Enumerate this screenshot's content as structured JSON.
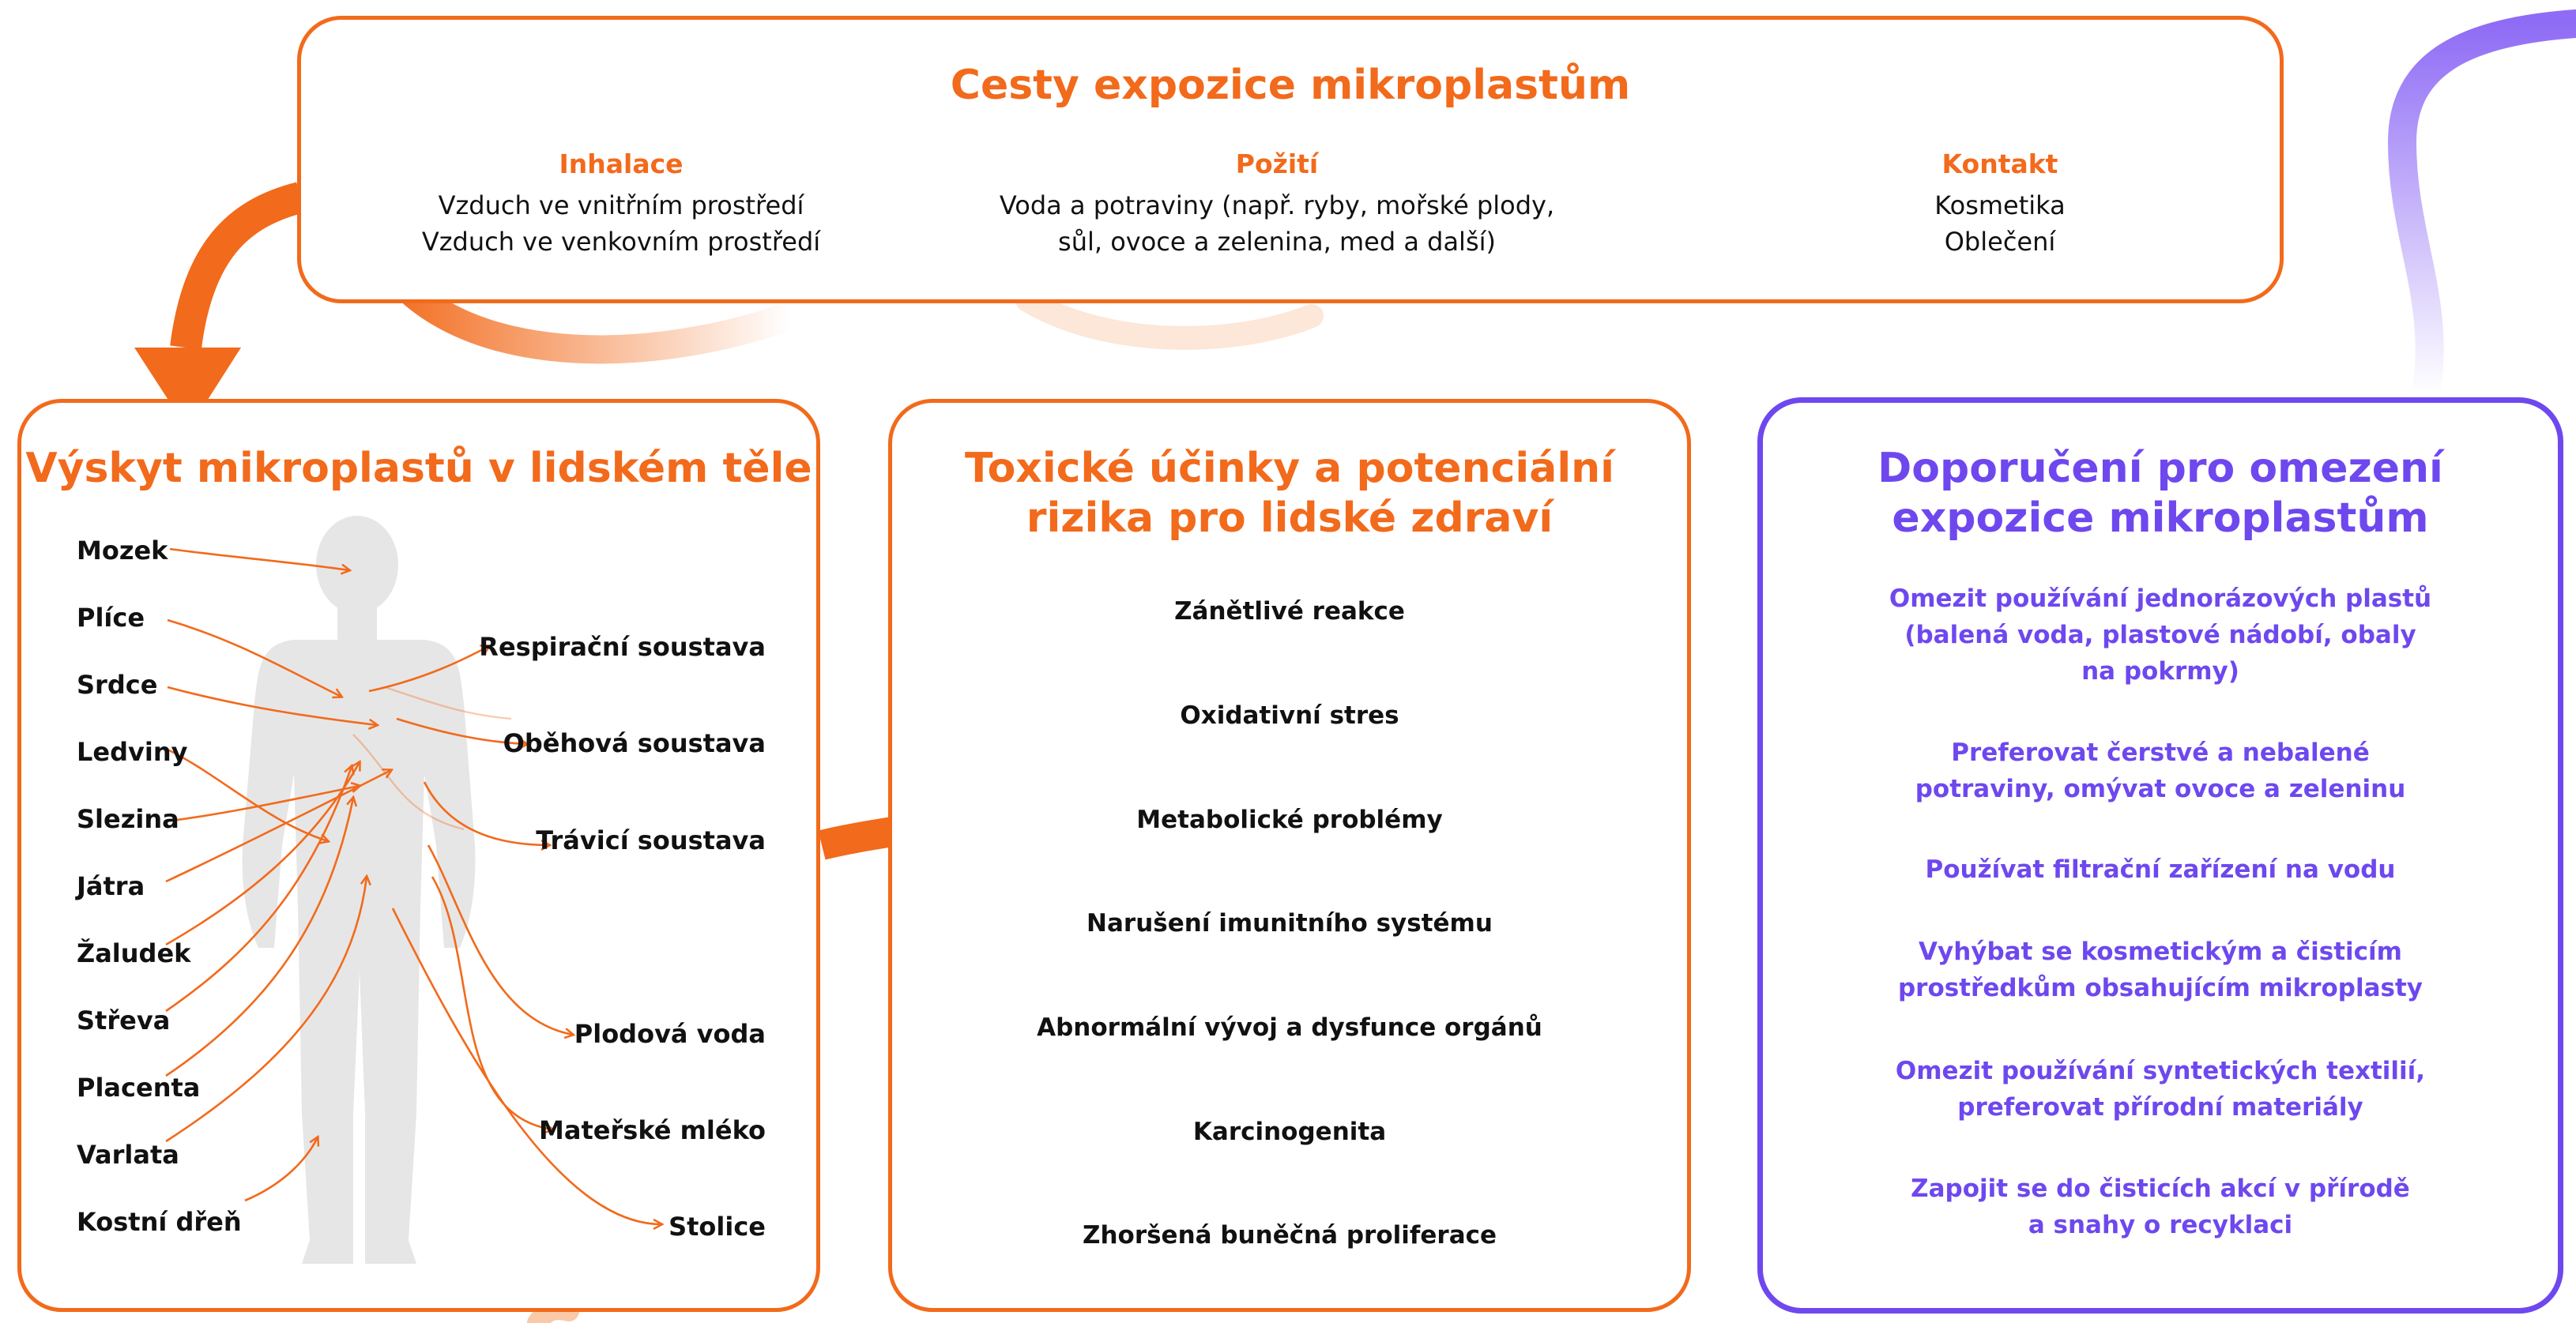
{
  "colors": {
    "accent": "#f26a1b",
    "purple": "#6e48ee",
    "silhouette": "#e6e6e6"
  },
  "exposure": {
    "title": "Cesty expozice mikroplastům",
    "routes": [
      {
        "heading": "Inhalace",
        "lines": [
          "Vzduch ve vnitřním prostředí",
          "Vzduch ve venkovním prostředí"
        ]
      },
      {
        "heading": "Požití",
        "lines": [
          "Voda a potraviny (např. ryby, mořské plody,",
          "sůl, ovoce a zelenina, med a další)"
        ]
      },
      {
        "heading": "Kontakt",
        "lines": [
          "Kosmetika",
          "Oblečení"
        ]
      }
    ]
  },
  "occurrence": {
    "title": "Výskyt mikroplastů v lidském těle",
    "organs": [
      "Mozek",
      "Plíce",
      "Srdce",
      "Ledviny",
      "Slezina",
      "Játra",
      "Žaludek",
      "Střeva",
      "Placenta",
      "Varlata",
      "Kostní dřeň"
    ],
    "systems": [
      "Respirační soustava",
      "Oběhová soustava",
      "Trávicí soustava",
      "Plodová voda",
      "Mateřské mléko",
      "Stolice"
    ]
  },
  "effects": {
    "title_lines": [
      "Toxické účinky a potenciální",
      "rizika pro lidské zdraví"
    ],
    "items": [
      "Zánětlivé reakce",
      "Oxidativní stres",
      "Metabolické problémy",
      "Narušení imunitního systému",
      "Abnormální vývoj a dysfunce orgánů",
      "Karcinogenita",
      "Zhoršená buněčná proliferace"
    ]
  },
  "recommendations": {
    "title_lines": [
      "Doporučení pro omezení",
      "expozice mikroplastům"
    ],
    "items": [
      [
        "Omezit používání jednorázových plastů",
        "(balená voda, plastové nádobí, obaly",
        "na pokrmy)"
      ],
      [
        "Preferovat čerstvé a nebalené",
        "potraviny, omývat ovoce a zeleninu"
      ],
      [
        "Používat filtrační zařízení na vodu"
      ],
      [
        "Vyhýbat se kosmetickým a čisticím",
        "prostředkům obsahujícím mikroplasty"
      ],
      [
        "Omezit používání syntetických textilií,",
        "preferovat přírodní materiály"
      ],
      [
        "Zapojit se do čisticích akcí v přírodě",
        "a snahy o recyklaci"
      ]
    ]
  }
}
